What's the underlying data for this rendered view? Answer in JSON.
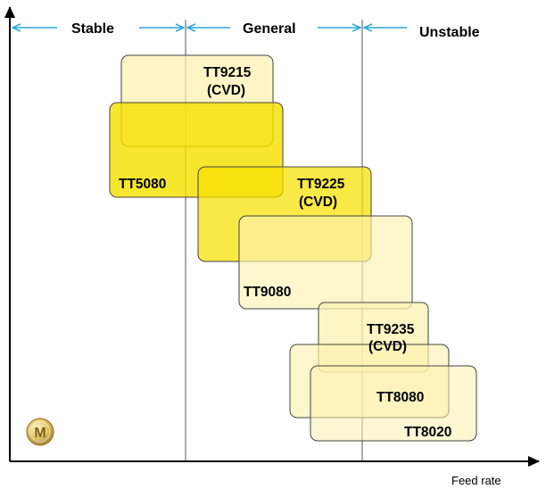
{
  "zones": {
    "stable": "Stable",
    "general": "General",
    "unstable": "Unstable"
  },
  "x_axis": {
    "label": "Feed rate"
  },
  "grades": [
    {
      "id": "tt9215",
      "line1": "TT9215",
      "line2": "(CVD)"
    },
    {
      "id": "tt5080",
      "line1": "TT5080",
      "line2": ""
    },
    {
      "id": "tt9225",
      "line1": "TT9225",
      "line2": "(CVD)"
    },
    {
      "id": "tt9080",
      "line1": "TT9080",
      "line2": ""
    },
    {
      "id": "tt9235",
      "line1": "TT9235",
      "line2": "(CVD)"
    },
    {
      "id": "tt8080",
      "line1": "TT8080",
      "line2": ""
    },
    {
      "id": "tt8020",
      "line1": "TT8020",
      "line2": ""
    }
  ],
  "colors": {
    "light_fill": "#fdf1b0",
    "bright_fill": "#f5e000",
    "overlap_fill": "#f7e84a",
    "arrow": "#2aa9d8",
    "divider": "#555555",
    "axis": "#000000"
  },
  "logo": {
    "letter": "M",
    "icon": "brand-logo-icon"
  }
}
